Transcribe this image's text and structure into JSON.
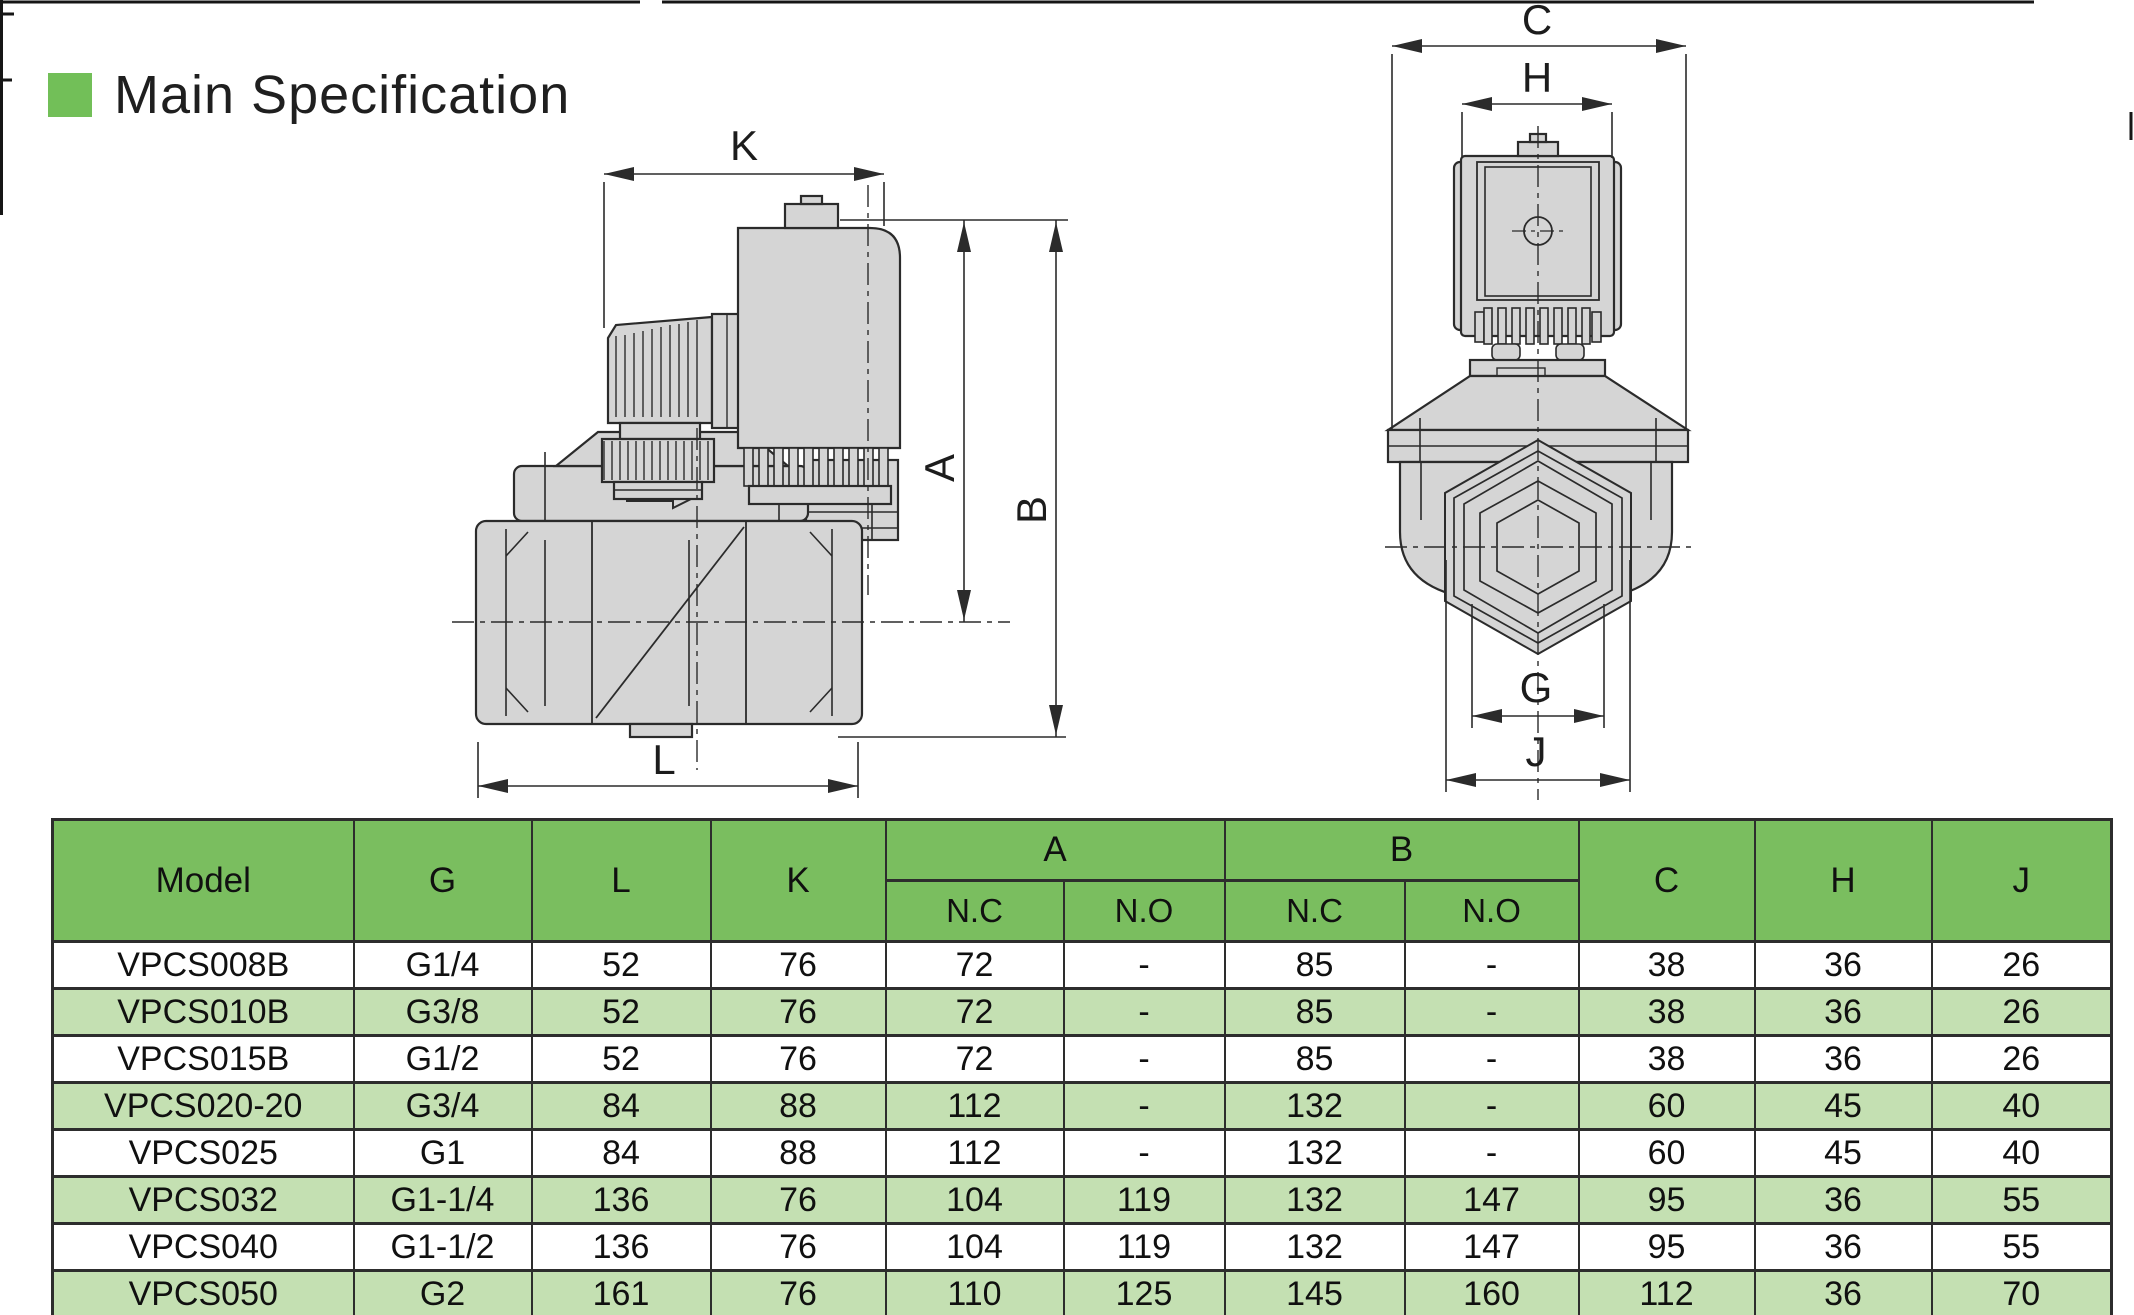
{
  "title": {
    "text": "Main Specification"
  },
  "colors": {
    "accent_green": "#72BF58",
    "header_green": "#7ABE5F",
    "stripe_green": "#C4E0B2",
    "drawing_fill": "#D5D5D5",
    "line": "#2B2B2B"
  },
  "dims": {
    "k": "K",
    "a": "A",
    "b": "B",
    "l": "L",
    "c": "C",
    "h": "H",
    "g": "G",
    "j": "J"
  },
  "table": {
    "headers": {
      "model": "Model",
      "g": "G",
      "l": "L",
      "k": "K",
      "a": "A",
      "b": "B",
      "c": "C",
      "h": "H",
      "j": "J",
      "nc": "N.C",
      "no": "N.O"
    },
    "rows": [
      {
        "model": "VPCS008B",
        "g": "G1/4",
        "l": "52",
        "k": "76",
        "a_nc": "72",
        "a_no": "-",
        "b_nc": "85",
        "b_no": "-",
        "c": "38",
        "h": "36",
        "j": "26"
      },
      {
        "model": "VPCS010B",
        "g": "G3/8",
        "l": "52",
        "k": "76",
        "a_nc": "72",
        "a_no": "-",
        "b_nc": "85",
        "b_no": "-",
        "c": "38",
        "h": "36",
        "j": "26"
      },
      {
        "model": "VPCS015B",
        "g": "G1/2",
        "l": "52",
        "k": "76",
        "a_nc": "72",
        "a_no": "-",
        "b_nc": "85",
        "b_no": "-",
        "c": "38",
        "h": "36",
        "j": "26"
      },
      {
        "model": "VPCS020-20",
        "g": "G3/4",
        "l": "84",
        "k": "88",
        "a_nc": "112",
        "a_no": "-",
        "b_nc": "132",
        "b_no": "-",
        "c": "60",
        "h": "45",
        "j": "40"
      },
      {
        "model": "VPCS025",
        "g": "G1",
        "l": "84",
        "k": "88",
        "a_nc": "112",
        "a_no": "-",
        "b_nc": "132",
        "b_no": "-",
        "c": "60",
        "h": "45",
        "j": "40"
      },
      {
        "model": "VPCS032",
        "g": "G1-1/4",
        "l": "136",
        "k": "76",
        "a_nc": "104",
        "a_no": "119",
        "b_nc": "132",
        "b_no": "147",
        "c": "95",
        "h": "36",
        "j": "55"
      },
      {
        "model": "VPCS040",
        "g": "G1-1/2",
        "l": "136",
        "k": "76",
        "a_nc": "104",
        "a_no": "119",
        "b_nc": "132",
        "b_no": "147",
        "c": "95",
        "h": "36",
        "j": "55"
      },
      {
        "model": "VPCS050",
        "g": "G2",
        "l": "161",
        "k": "76",
        "a_nc": "110",
        "a_no": "125",
        "b_nc": "145",
        "b_no": "160",
        "c": "112",
        "h": "36",
        "j": "70"
      }
    ]
  }
}
